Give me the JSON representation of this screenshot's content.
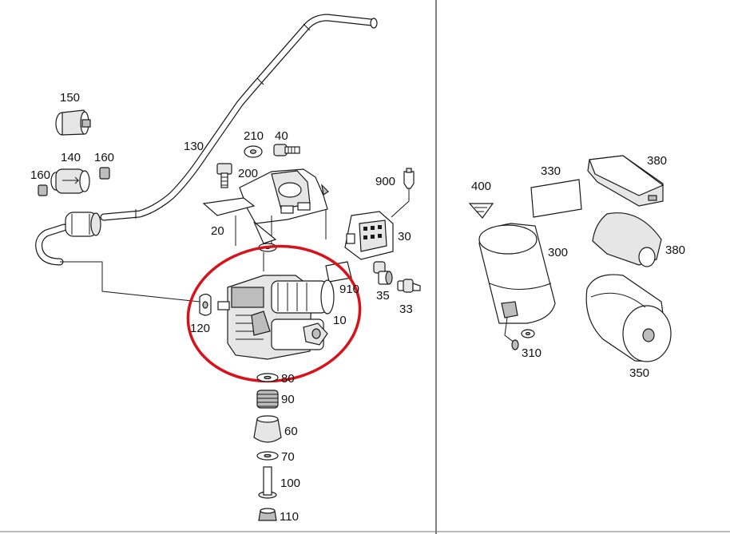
{
  "labels": {
    "p10": "10",
    "p20": "20",
    "p30": "30",
    "p33": "33",
    "p35": "35",
    "p40": "40",
    "p60": "60",
    "p70": "70",
    "p80": "80",
    "p90": "90",
    "p100": "100",
    "p110": "110",
    "p120": "120",
    "p130": "130",
    "p140": "140",
    "p150": "150",
    "p160a": "160",
    "p160b": "160",
    "p200": "200",
    "p210": "210",
    "p300": "300",
    "p310": "310",
    "p330": "330",
    "p350": "350",
    "p380a": "380",
    "p380b": "380",
    "p400": "400",
    "p900": "900",
    "p910": "910"
  },
  "colors": {
    "line": "#1a1a1a",
    "highlight": "#d8121b",
    "divider": "#555555"
  }
}
